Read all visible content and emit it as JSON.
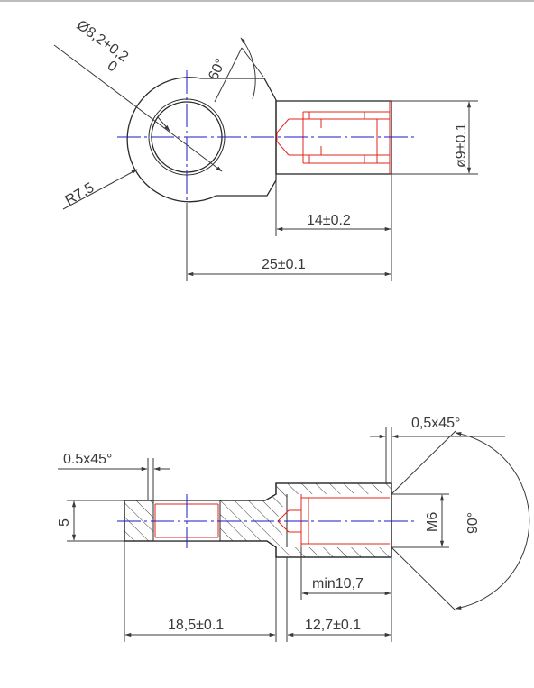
{
  "colors": {
    "outline": "#2a2a2a",
    "center_line": "#1a1acc",
    "thread": "#e0241b",
    "dimension": "#3a3a3a",
    "hatch": "#3a3a3a"
  },
  "top_view": {
    "dimensions": {
      "hole_diameter_main": "Ø8,2+0,2",
      "hole_diameter_lower": "0",
      "angle": "60°",
      "radius": "R7,5",
      "shank_diameter": "ø9±0.1",
      "shank_length": "14±0.2",
      "overall_length": "25±0.1"
    }
  },
  "section_view": {
    "dimensions": {
      "left_chamfer": "0.5x45°",
      "right_chamfer": "0,5x45°",
      "thickness": "5",
      "thread": "M6",
      "cone_angle": "90°",
      "thread_depth": "min10,7",
      "eye_length": "18,5±0.1",
      "shank_length": "12,7±0.1"
    }
  }
}
